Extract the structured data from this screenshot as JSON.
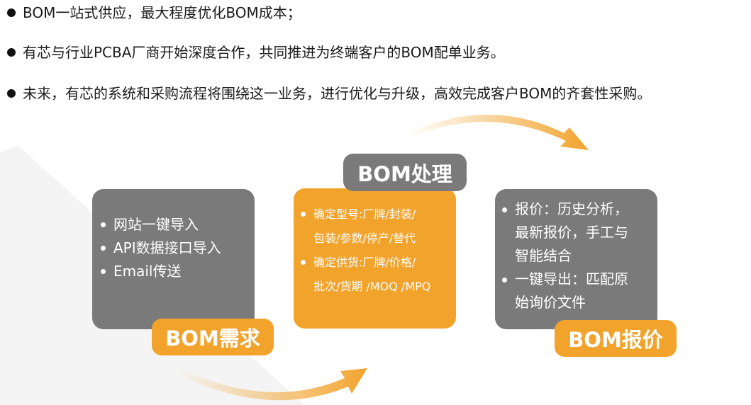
{
  "bullets": [
    "BOM一站式供应，最大程度优化BOM成本；",
    "有芯与行业PCBA厂商开始深度合作，共同推进为终端客户的BOM配单业务。",
    "未来，有芯的系统和采购流程将围绕这一业务，进行优化与升级，高效完成客户BOM的齐套性采购。"
  ],
  "cards": [
    {
      "title": "BOM需求",
      "items": [
        "网站一键导入",
        "API数据接口导入",
        "Email传送"
      ]
    },
    {
      "title": "BOM处理",
      "items": [
        "确定型号:厂牌/封装/包装/参数/停产/替代",
        "确定供货:厂牌/价格/批次/货期 /MOQ /MPQ"
      ]
    },
    {
      "title": "BOM报价",
      "items": [
        "报价：历史分析，最新报价，手工与智能结合",
        "一键导出：匹配原始询价文件"
      ]
    }
  ],
  "colors": {
    "orange": "#f2a32c",
    "gray": "#7a7a7a"
  }
}
